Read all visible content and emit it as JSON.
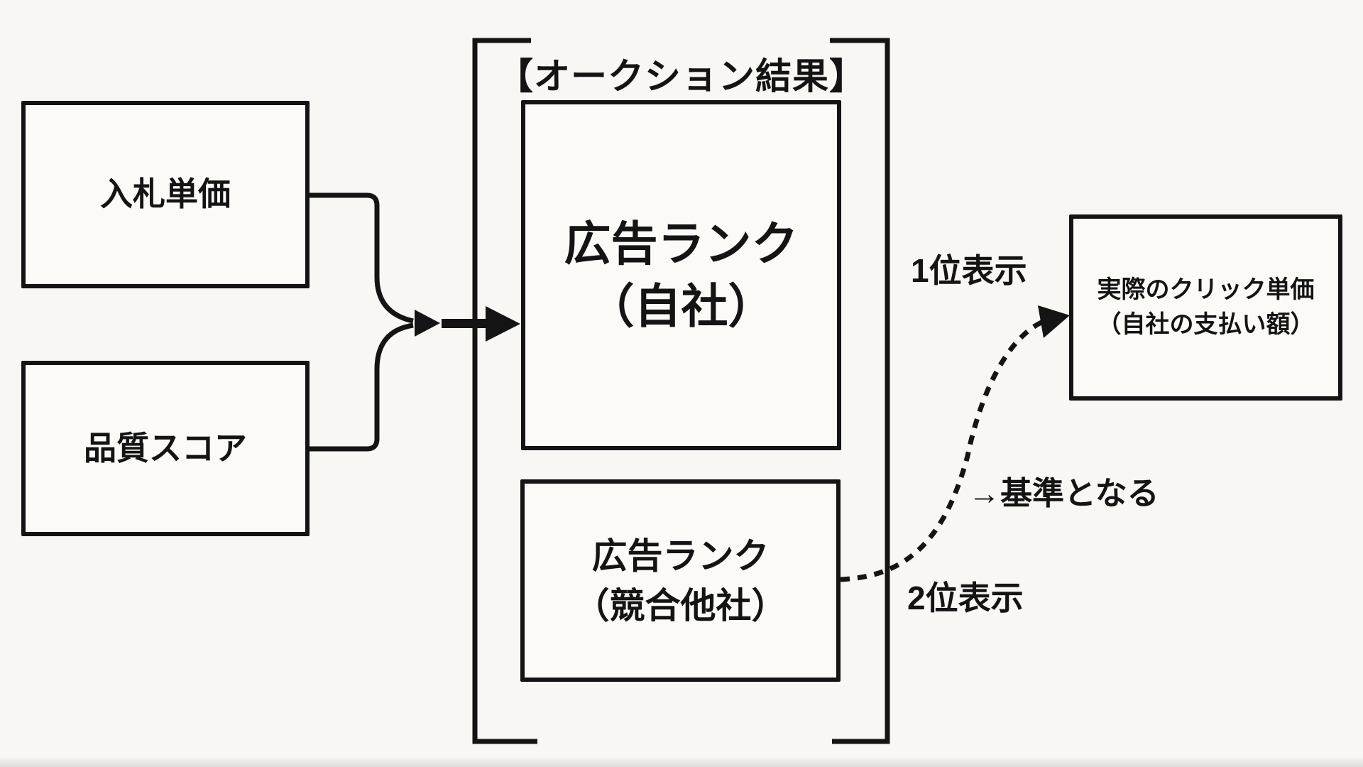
{
  "canvas": {
    "background": "#f8f7f4",
    "ink": "#141414"
  },
  "inputs": {
    "bid_box": {
      "label": "入札単価"
    },
    "quality_box": {
      "label": "品質スコア"
    }
  },
  "auction": {
    "title": "【オークション結果】",
    "own_rank_box": {
      "line1": "広告ランク",
      "line2": "（自社）"
    },
    "competitor_rank_box": {
      "line1": "広告ランク",
      "line2": "（競合他社）"
    }
  },
  "labels": {
    "first_place": "1位表示",
    "benchmark": "→基準となる",
    "second_place": "2位表示"
  },
  "cpc_box": {
    "line1": "実際のクリック単価",
    "line2": "（自社の支払い額）"
  }
}
